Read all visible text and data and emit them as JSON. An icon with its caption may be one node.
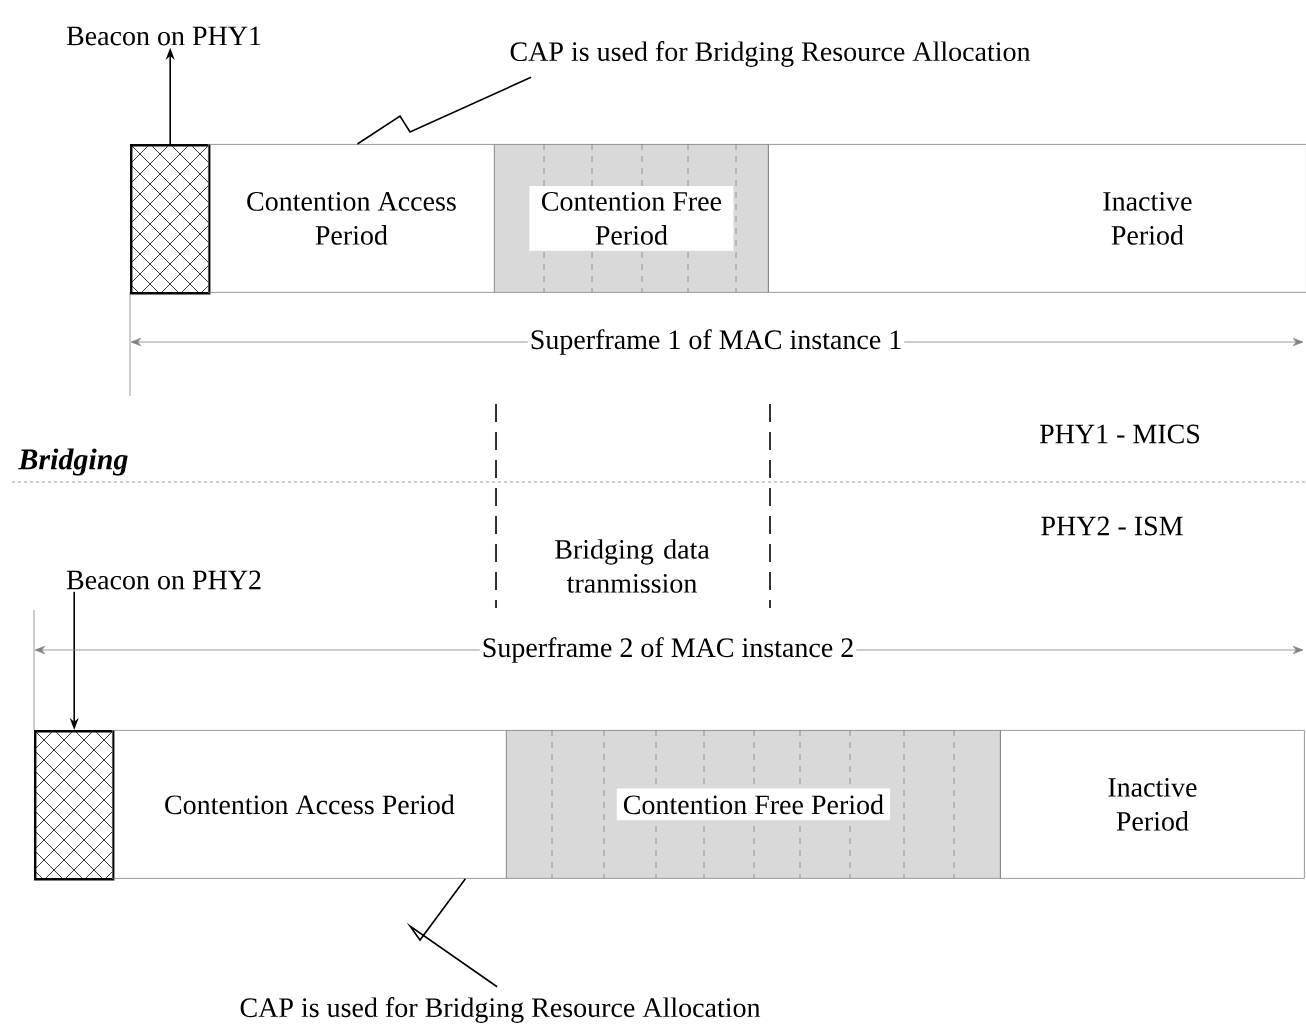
{
  "diagram": {
    "nodes": [
      {
        "text": [],
        "shape": "box"
      },
      {
        "text": [
          "Contention Access Period"
        ]
      },
      {
        "text": [
          "Contention Free Period"
        ]
      },
      {
        "text": [
          "Inactive Period"
        ]
      },
      {
        "text": [
          "Beacon on PHY1"
        ]
      },
      {
        "text": [
          "CAP is used for Bridging Resource Allocation"
        ]
      },
      {
        "text": [],
        "shape": "box"
      },
      {
        "text": [
          "Contention Access Period"
        ]
      },
      {
        "text": [
          "Contention Free Period"
        ]
      },
      {
        "text": [
          "Inactive Period"
        ]
      },
      {
        "text": [
          "Beacon on PHY2"
        ]
      },
      {
        "text": [
          "CAP is used for Bridging Resource Allocation"
        ]
      }
    ],
    "edges": [
      {
        "from": 0,
        "to": 4,
        "arrow": "to"
      },
      {
        "from": 5,
        "to": 1,
        "arrow": "none"
      },
      {
        "from": 10,
        "to": 6,
        "arrow": "to"
      },
      {
        "from": 11,
        "to": 7,
        "arrow": "none"
      }
    ],
    "labels": [
      "Superframe 1 of MAC instance 1",
      "Bridging",
      "PHY1 - MICS",
      "Bridging data tranmission",
      "PHY2 - ISM",
      "Superframe 2 of MAC instance 2"
    ]
  }
}
